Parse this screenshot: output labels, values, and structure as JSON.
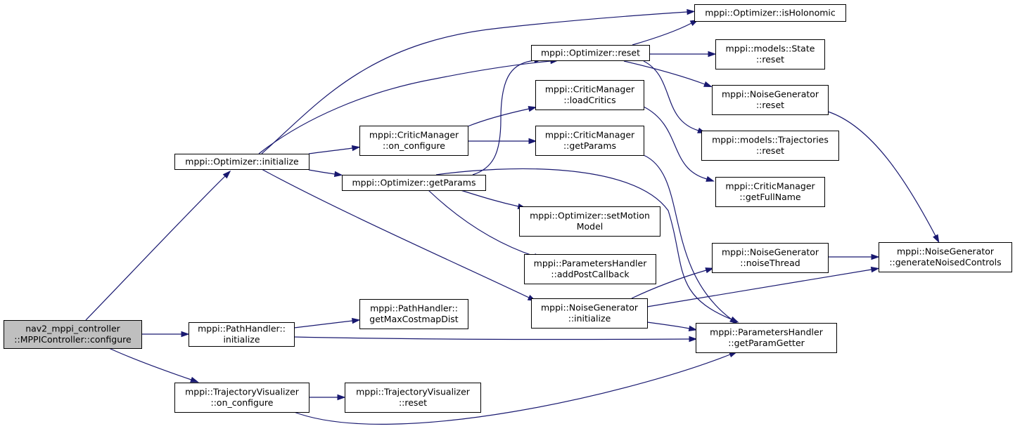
{
  "graph": {
    "nodes": [
      {
        "id": "configure",
        "lines": [
          "nav2_mppi_controller",
          "::MPPIController::configure"
        ],
        "root": true
      },
      {
        "id": "opt_initialize",
        "lines": [
          "mppi::Optimizer::initialize"
        ]
      },
      {
        "id": "ph_initialize",
        "lines": [
          "mppi::PathHandler::",
          "initialize"
        ]
      },
      {
        "id": "tv_on_configure",
        "lines": [
          "mppi::TrajectoryVisualizer",
          "::on_configure"
        ]
      },
      {
        "id": "opt_reset",
        "lines": [
          "mppi::Optimizer::reset"
        ]
      },
      {
        "id": "cm_on_configure",
        "lines": [
          "mppi::CriticManager",
          "::on_configure"
        ]
      },
      {
        "id": "opt_getParams",
        "lines": [
          "mppi::Optimizer::getParams"
        ]
      },
      {
        "id": "ng_initialize",
        "lines": [
          "mppi::NoiseGenerator",
          "::initialize"
        ]
      },
      {
        "id": "ph_getMaxCostmapDist",
        "lines": [
          "mppi::PathHandler::",
          "getMaxCostmapDist"
        ]
      },
      {
        "id": "tv_reset",
        "lines": [
          "mppi::TrajectoryVisualizer",
          "::reset"
        ]
      },
      {
        "id": "cm_loadCritics",
        "lines": [
          "mppi::CriticManager",
          "::loadCritics"
        ]
      },
      {
        "id": "cm_getParams",
        "lines": [
          "mppi::CriticManager",
          "::getParams"
        ]
      },
      {
        "id": "opt_setMotionModel",
        "lines": [
          "mppi::Optimizer::setMotion",
          "Model"
        ]
      },
      {
        "id": "parh_addPostCallback",
        "lines": [
          "mppi::ParametersHandler",
          "::addPostCallback"
        ]
      },
      {
        "id": "opt_isHolonomic",
        "lines": [
          "mppi::Optimizer::isHolonomic"
        ]
      },
      {
        "id": "state_reset",
        "lines": [
          "mppi::models::State",
          "::reset"
        ]
      },
      {
        "id": "ng_reset",
        "lines": [
          "mppi::NoiseGenerator",
          "::reset"
        ]
      },
      {
        "id": "traj_reset",
        "lines": [
          "mppi::models::Trajectories",
          "::reset"
        ]
      },
      {
        "id": "cm_getFullName",
        "lines": [
          "mppi::CriticManager",
          "::getFullName"
        ]
      },
      {
        "id": "ng_noiseThread",
        "lines": [
          "mppi::NoiseGenerator",
          "::noiseThread"
        ]
      },
      {
        "id": "parh_getParamGetter",
        "lines": [
          "mppi::ParametersHandler",
          "::getParamGetter"
        ]
      },
      {
        "id": "ng_generateNoisedControls",
        "lines": [
          "mppi::NoiseGenerator",
          "::generateNoisedControls"
        ]
      }
    ],
    "edges": [
      {
        "from": "configure",
        "to": "opt_initialize"
      },
      {
        "from": "configure",
        "to": "ph_initialize"
      },
      {
        "from": "configure",
        "to": "tv_on_configure"
      },
      {
        "from": "opt_initialize",
        "to": "opt_isHolonomic"
      },
      {
        "from": "opt_initialize",
        "to": "opt_reset"
      },
      {
        "from": "opt_initialize",
        "to": "cm_on_configure"
      },
      {
        "from": "opt_initialize",
        "to": "opt_getParams"
      },
      {
        "from": "opt_initialize",
        "to": "ng_initialize"
      },
      {
        "from": "opt_reset",
        "to": "opt_isHolonomic"
      },
      {
        "from": "opt_reset",
        "to": "state_reset"
      },
      {
        "from": "opt_reset",
        "to": "ng_reset"
      },
      {
        "from": "opt_reset",
        "to": "traj_reset"
      },
      {
        "from": "cm_on_configure",
        "to": "cm_loadCritics"
      },
      {
        "from": "cm_on_configure",
        "to": "cm_getParams"
      },
      {
        "from": "cm_loadCritics",
        "to": "cm_getFullName"
      },
      {
        "from": "cm_getParams",
        "to": "parh_getParamGetter"
      },
      {
        "from": "opt_getParams",
        "to": "opt_reset"
      },
      {
        "from": "opt_getParams",
        "to": "opt_setMotionModel"
      },
      {
        "from": "opt_getParams",
        "to": "parh_addPostCallback"
      },
      {
        "from": "opt_getParams",
        "to": "parh_getParamGetter"
      },
      {
        "from": "ng_reset",
        "to": "ng_generateNoisedControls"
      },
      {
        "from": "ng_initialize",
        "to": "ng_noiseThread"
      },
      {
        "from": "ng_initialize",
        "to": "ng_generateNoisedControls"
      },
      {
        "from": "ng_initialize",
        "to": "parh_getParamGetter"
      },
      {
        "from": "ng_noiseThread",
        "to": "ng_generateNoisedControls"
      },
      {
        "from": "ph_initialize",
        "to": "ph_getMaxCostmapDist"
      },
      {
        "from": "ph_initialize",
        "to": "parh_getParamGetter"
      },
      {
        "from": "tv_on_configure",
        "to": "tv_reset"
      },
      {
        "from": "tv_on_configure",
        "to": "parh_getParamGetter"
      }
    ],
    "colors": {
      "edge": "#191970",
      "root_fill": "#bfbfbf",
      "node_fill": "#ffffff",
      "border": "#000000"
    }
  }
}
